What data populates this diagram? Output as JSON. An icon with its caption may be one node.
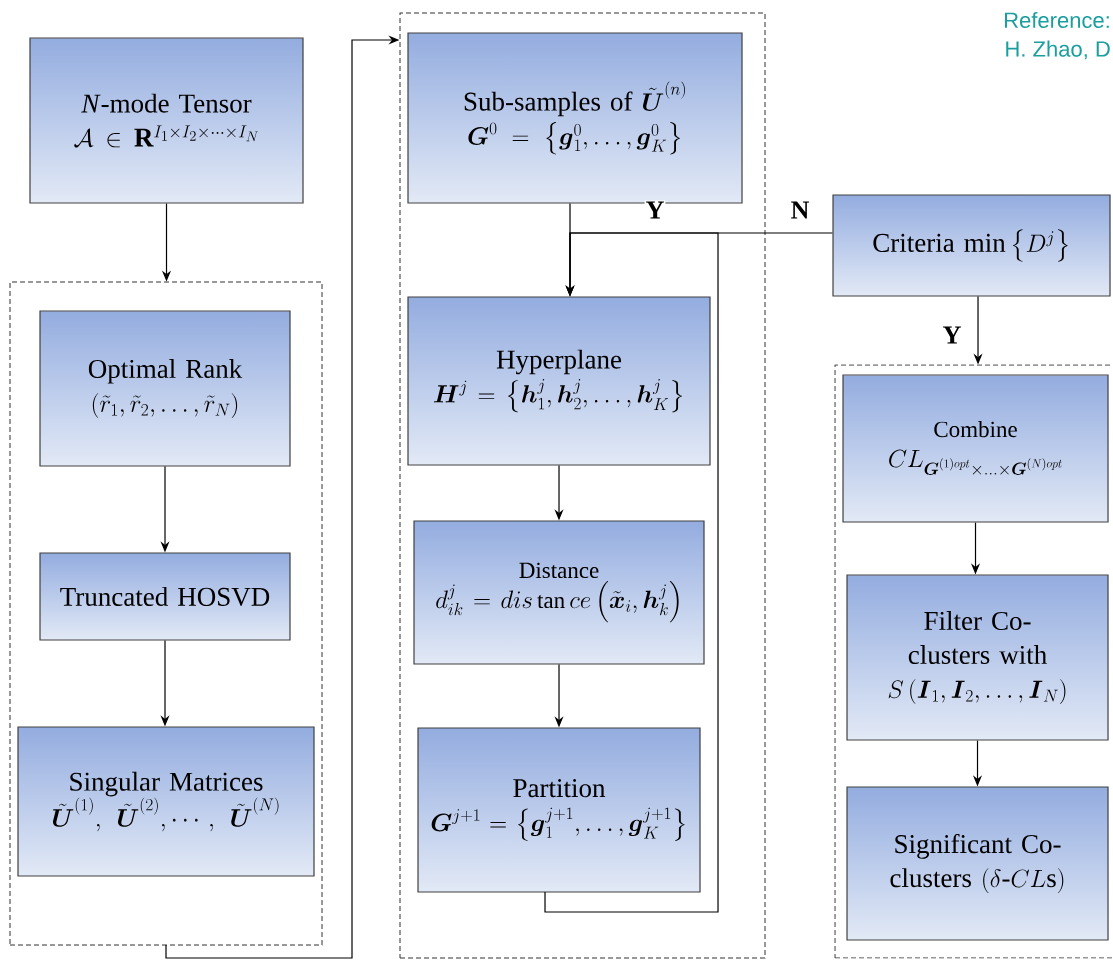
{
  "diagram": {
    "nodes": [
      {
        "text": [
          "*N*-mode Tensor",
          "\\mathcal{A}\\in\\mathbf{R}^{I_1\\times I_2\\times\\cdots\\times I_N}"
        ]
      },
      {
        "text": [],
        "shape": "box"
      },
      {
        "text": [
          "Optimal Rank",
          "\\left(\\tilde{r}_1,\\tilde{r}_2,\\ldots,\\tilde{r}_N\\right)"
        ],
        "in": 1
      },
      {
        "text": [
          "Truncated HOSVD"
        ],
        "in": 1
      },
      {
        "text": [
          "Singular Matrices",
          "\\tilde{\\boldsymbol{U}}^{(1)},\\;\\tilde{\\boldsymbol{U}}^{(2)},\\cdots,\\;\\tilde{\\boldsymbol{U}}^{(N)}"
        ],
        "in": 1
      },
      {
        "text": [],
        "shape": "box"
      },
      {
        "text": [
          "Sub-samples of",
          "\\tilde{\\boldsymbol{U}}^{(n)}",
          "\\boldsymbol{G}^0=\\left\\{\\boldsymbol{g}_1^0,\\ldots,\\boldsymbol{g}_K^0\\right\\}"
        ],
        "in": 5
      },
      {
        "text": [
          "Hyperplane",
          "\\boldsymbol{H}^j=\\left\\{\\boldsymbol{h}_1^j,\\boldsymbol{h}_2^j,\\ldots,\\boldsymbol{h}_K^j\\right\\}"
        ],
        "in": 5
      },
      {
        "text": [
          "Distance",
          "d_{ik}^j=dis\\tan ce\\left(\\tilde{\\boldsymbol{x}}_i,\\boldsymbol{h}_k^j\\right)"
        ],
        "in": 5
      },
      {
        "text": [
          "Partition",
          "\\boldsymbol{G}^{j+1}=\\left\\{\\boldsymbol{g}_1^{j+1},\\ldots,\\boldsymbol{g}_K^{j+1}\\right\\}"
        ],
        "in": 5
      },
      {
        "text": [
          "Criteria",
          "\\min\\left\\{D^j\\right\\}"
        ]
      },
      {
        "text": [],
        "shape": "box"
      },
      {
        "text": [
          "Combine",
          "CL_{\\boldsymbol{G}^{(1)opt}\\times\\ldots\\times\\boldsymbol{G}^{(N)opt}}"
        ],
        "in": 11
      },
      {
        "text": [
          "Filter Co- clusters with",
          "S\\left(\\boldsymbol{I}_1,\\boldsymbol{I}_2,\\ldots,\\boldsymbol{I}_N\\right)"
        ],
        "in": 11
      },
      {
        "text": [
          "Significant Co- clusters",
          "(\\delta\\mbox{-}CL\\mbox{s})"
        ],
        "in": 11
      }
    ],
    "edges": [
      {
        "from": 0,
        "to": 1,
        "arrow": "to"
      },
      {
        "from": 2,
        "to": 3,
        "arrow": "to"
      },
      {
        "from": 3,
        "to": 4,
        "arrow": "to"
      },
      {
        "from": 1,
        "to": 5,
        "arrow": "to"
      },
      {
        "from": 6,
        "to": 7,
        "arrow": "to"
      },
      {
        "from": 7,
        "to": 8,
        "arrow": "to"
      },
      {
        "from": 8,
        "to": 9,
        "arrow": "to"
      },
      {
        "from": 9,
        "to": 7,
        "arrow": "to",
        "label": "Y"
      },
      {
        "from": 10,
        "to": 7,
        "arrow": "to",
        "label": "N"
      },
      {
        "from": 10,
        "to": 11,
        "arrow": "to",
        "label": "Y"
      },
      {
        "from": 12,
        "to": 13,
        "arrow": "to"
      },
      {
        "from": 13,
        "to": 14,
        "arrow": "to"
      }
    ],
    "labels": [
      "Reference:",
      "H. Zhao, D"
    ]
  }
}
